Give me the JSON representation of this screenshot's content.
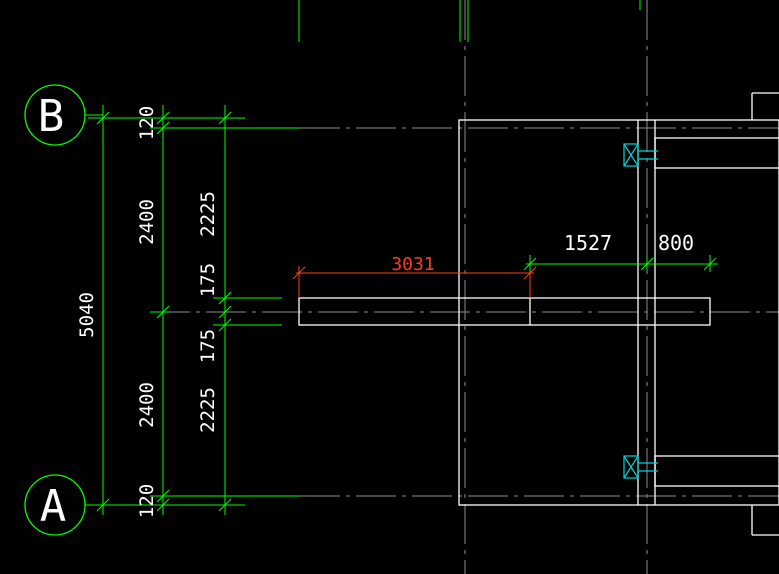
{
  "grid_axes": [
    {
      "label": "B"
    },
    {
      "label": "A"
    }
  ],
  "dimensions": {
    "overall": "5040",
    "left_column": {
      "top": "120",
      "upper": "2400",
      "lower": "2400",
      "bottom": "120"
    },
    "right_column": {
      "upper": "2225",
      "mid_upper": "175",
      "mid_lower": "175",
      "lower": "2225"
    },
    "beam_length": "3031",
    "span_right": "1527",
    "span_small": "800"
  },
  "colors": {
    "background": "#000000",
    "dimension": "#00ff00",
    "highlight_dimension": "#ff3b1f",
    "geometry": "#ffffff",
    "gridline": "#8c8c8c",
    "column_marker": "#00d6d6",
    "text": "#ffffff"
  }
}
